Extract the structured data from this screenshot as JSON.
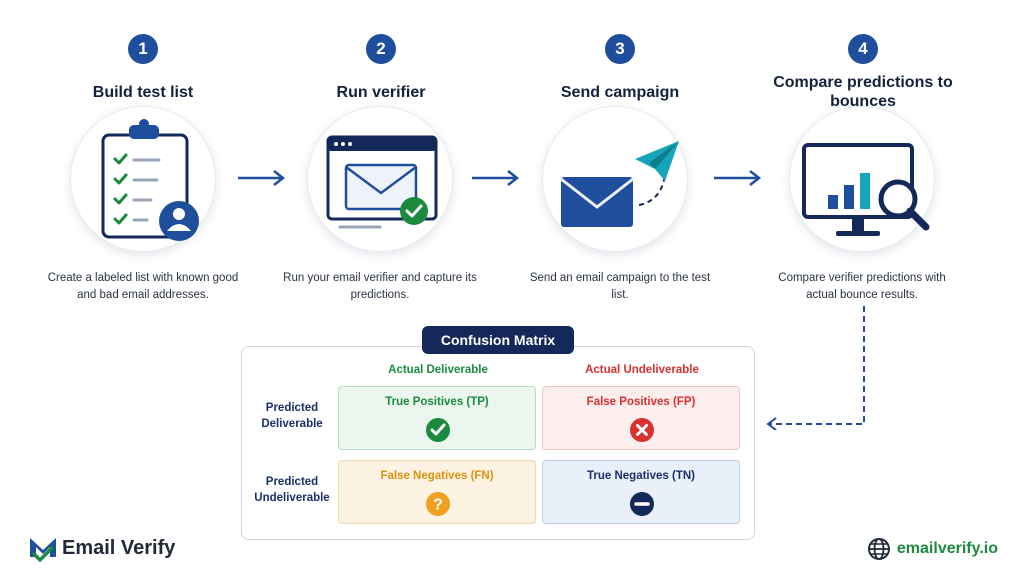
{
  "steps": [
    {
      "number": "1",
      "title": "Build test list",
      "description": "Create a labeled list with known good and bad email addresses.",
      "icon": "clipboard-checklist-icon"
    },
    {
      "number": "2",
      "title": "Run verifier",
      "description": "Run your email verifier and capture its predictions.",
      "icon": "browser-email-verified-icon"
    },
    {
      "number": "3",
      "title": "Send campaign",
      "description": "Send an email campaign to the test list.",
      "icon": "envelope-paper-plane-icon"
    },
    {
      "number": "4",
      "title": "Compare predictions to bounces",
      "description": "Compare verifier predictions with actual bounce results.",
      "icon": "monitor-chart-magnifier-icon"
    }
  ],
  "matrix": {
    "title": "Confusion Matrix",
    "col_headers": [
      "Actual Deliverable",
      "Actual Undeliverable"
    ],
    "row_headers": [
      "Predicted Deliverable",
      "Predicted Undeliverable"
    ],
    "cells": {
      "tp": "True Positives (TP)",
      "fp": "False Positives (FP)",
      "fn": "False Negatives (FN)",
      "tn": "True Negatives (TN)"
    }
  },
  "brand": {
    "left": "Email Verify",
    "right": "emailverify.io"
  },
  "colors": {
    "navy": "#14285a",
    "primary_blue": "#1f4e9c",
    "green": "#1b8a3e",
    "red": "#d93030",
    "orange": "#f0a020",
    "teal": "#14a5b8"
  }
}
